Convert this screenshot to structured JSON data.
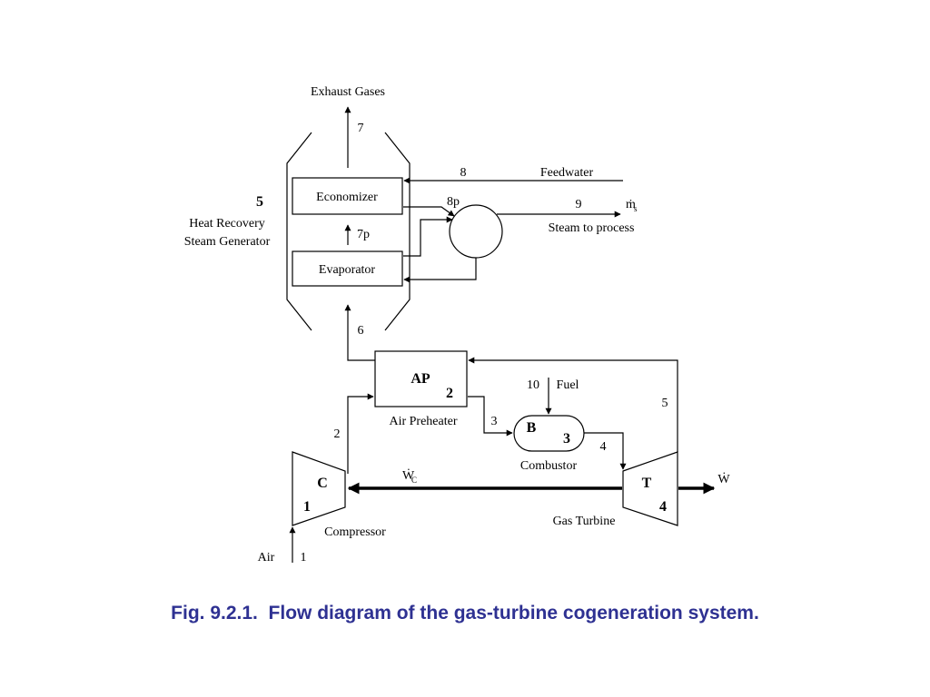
{
  "labels": {
    "exhaust_gases": "Exhaust Gases",
    "feedwater": "Feedwater",
    "steam_to_process": "Steam to process",
    "economizer": "Economizer",
    "evaporator": "Evaporator",
    "hrsg_line1": "Heat Recovery",
    "hrsg_line2": "Steam Generator",
    "air_preheater": "Air Preheater",
    "ap": "AP",
    "fuel": "Fuel",
    "b": "B",
    "combustor": "Combustor",
    "c": "C",
    "compressor": "Compressor",
    "t": "T",
    "gas_turbine": "Gas Turbine",
    "air": "Air",
    "wc_main": "Ẇ",
    "wc_sub": "C",
    "w_net": "Ẇ",
    "ms_main": "ṁ",
    "ms_sub": "s"
  },
  "component_numbers": {
    "hrsg": "5",
    "ap": "2",
    "b": "3",
    "c": "1",
    "t": "4"
  },
  "states": {
    "s1": "1",
    "s2": "2",
    "s3": "3",
    "s4": "4",
    "s5": "5",
    "s6": "6",
    "s7": "7",
    "s7p": "7p",
    "s8": "8",
    "s8p": "8p",
    "s9": "9",
    "s10": "10"
  },
  "caption": "Fig. 9.2.1.  Flow diagram of the gas-turbine cogeneration system."
}
